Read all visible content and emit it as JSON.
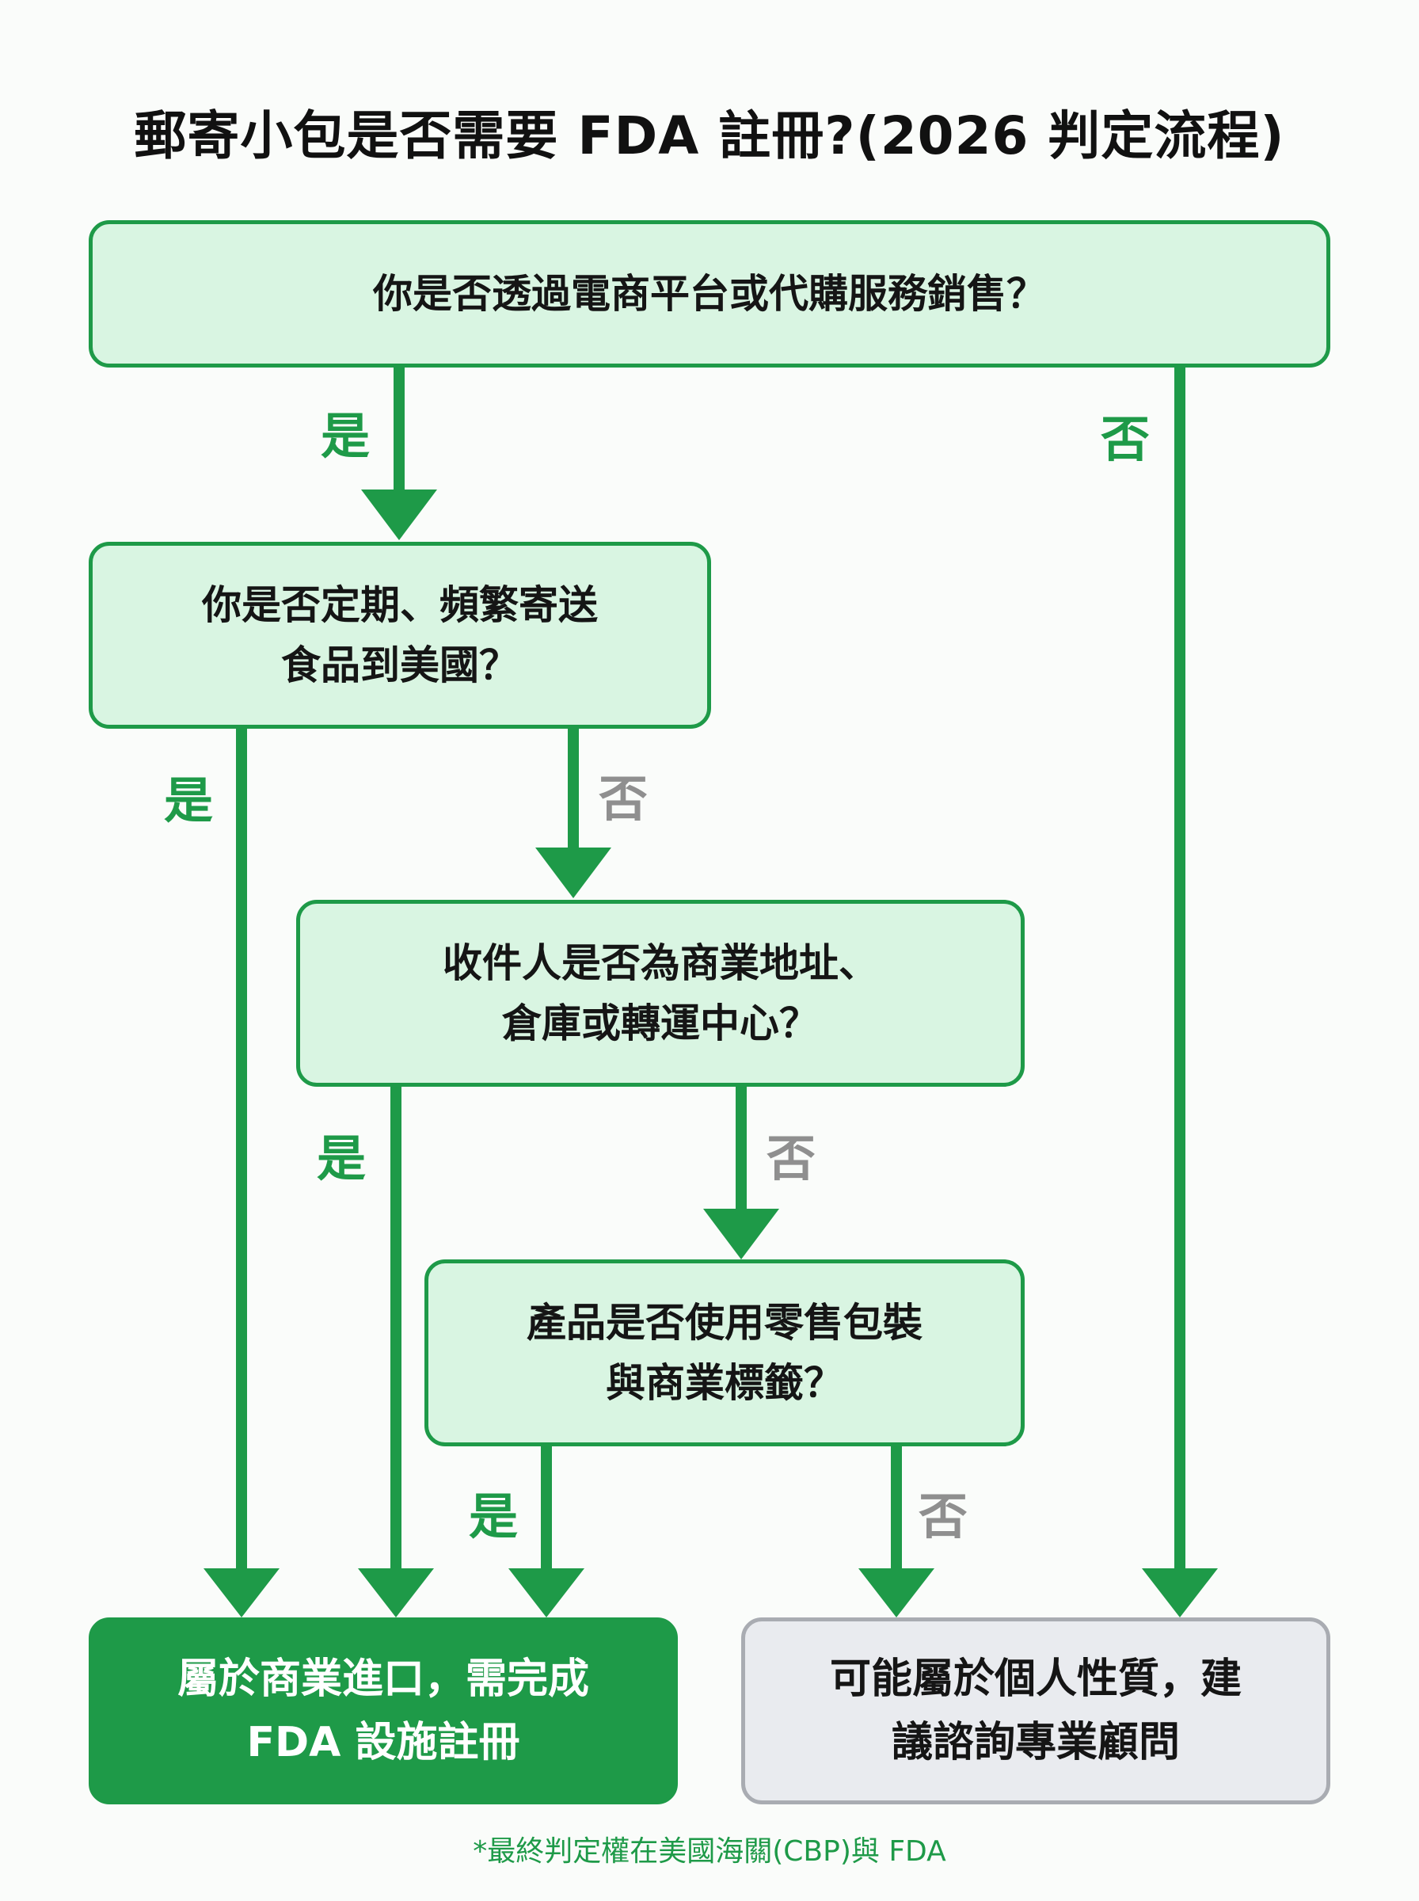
{
  "title": "郵寄小包是否需要 FDA 註冊?(2026 判定流程)",
  "questions": [
    {
      "lines": [
        "你是否透過電商平台或代購服務銷售？"
      ]
    },
    {
      "lines": [
        "你是否定期、頻繁寄送",
        "食品到美國？"
      ]
    },
    {
      "lines": [
        "收件人是否為商業地址、",
        "倉庫或轉運中心？"
      ]
    },
    {
      "lines": [
        "產品是否使用零售包裝",
        "與商業標籤？"
      ]
    }
  ],
  "results": {
    "commercial": {
      "lines": [
        "屬於商業進口，需完成",
        "FDA 設施註冊"
      ]
    },
    "personal": {
      "lines": [
        "可能屬於個人性質，建",
        "議諮詢專業顧問"
      ]
    }
  },
  "labels": {
    "yes": "是",
    "no": "否"
  },
  "footnote": "*最終判定權在美國海關(CBP)與 FDA",
  "colors": {
    "green": "#1e9a48",
    "light_green": "#d9f5e2",
    "gray": "#8f8f8f",
    "gray_box": "#e9ebef"
  }
}
